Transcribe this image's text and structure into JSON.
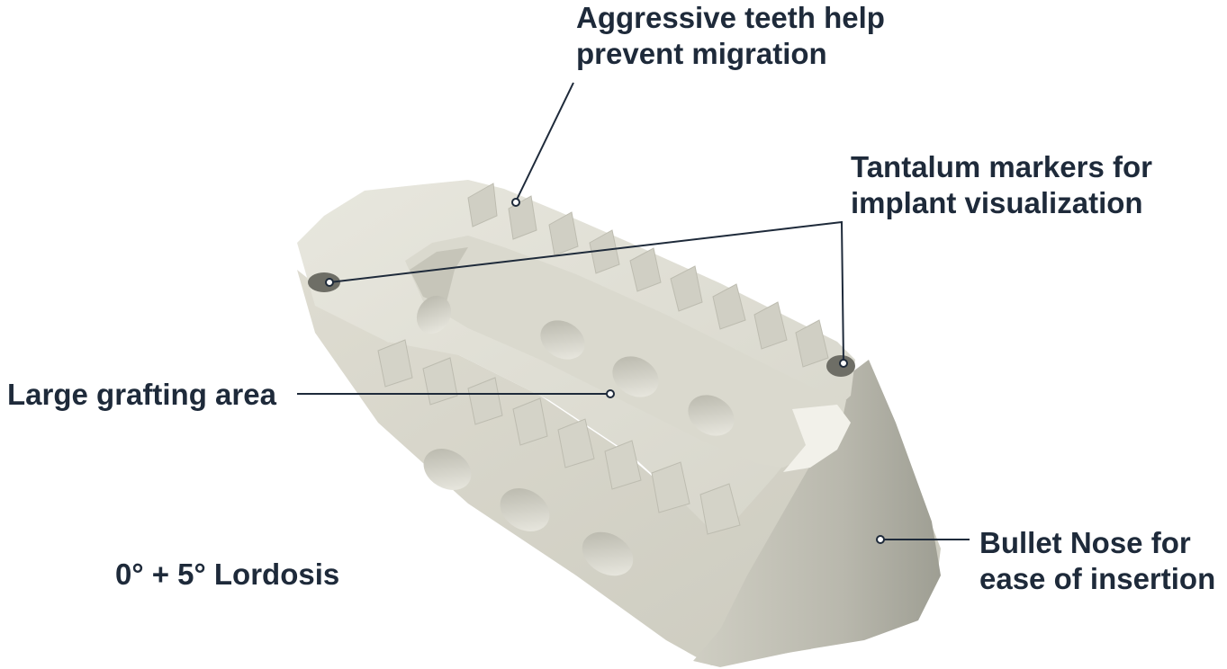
{
  "callouts": {
    "teeth": {
      "line1": "Aggressive teeth help",
      "line2": "prevent migration"
    },
    "tantalum": {
      "line1": "Tantalum markers for",
      "line2": "implant visualization"
    },
    "grafting": {
      "text": "Large grafting area"
    },
    "bullet": {
      "line1": "Bullet Nose for",
      "line2": "ease of insertion"
    }
  },
  "spec": {
    "lordosis": "0° + 5° Lordosis"
  },
  "colors": {
    "text": "#1e2a3a",
    "implant_light": "#e4e3d9",
    "implant_mid": "#cfcec2",
    "implant_shadow": "#a8a89c",
    "marker": "#6e6e66",
    "leader": "#1e2a3a"
  }
}
